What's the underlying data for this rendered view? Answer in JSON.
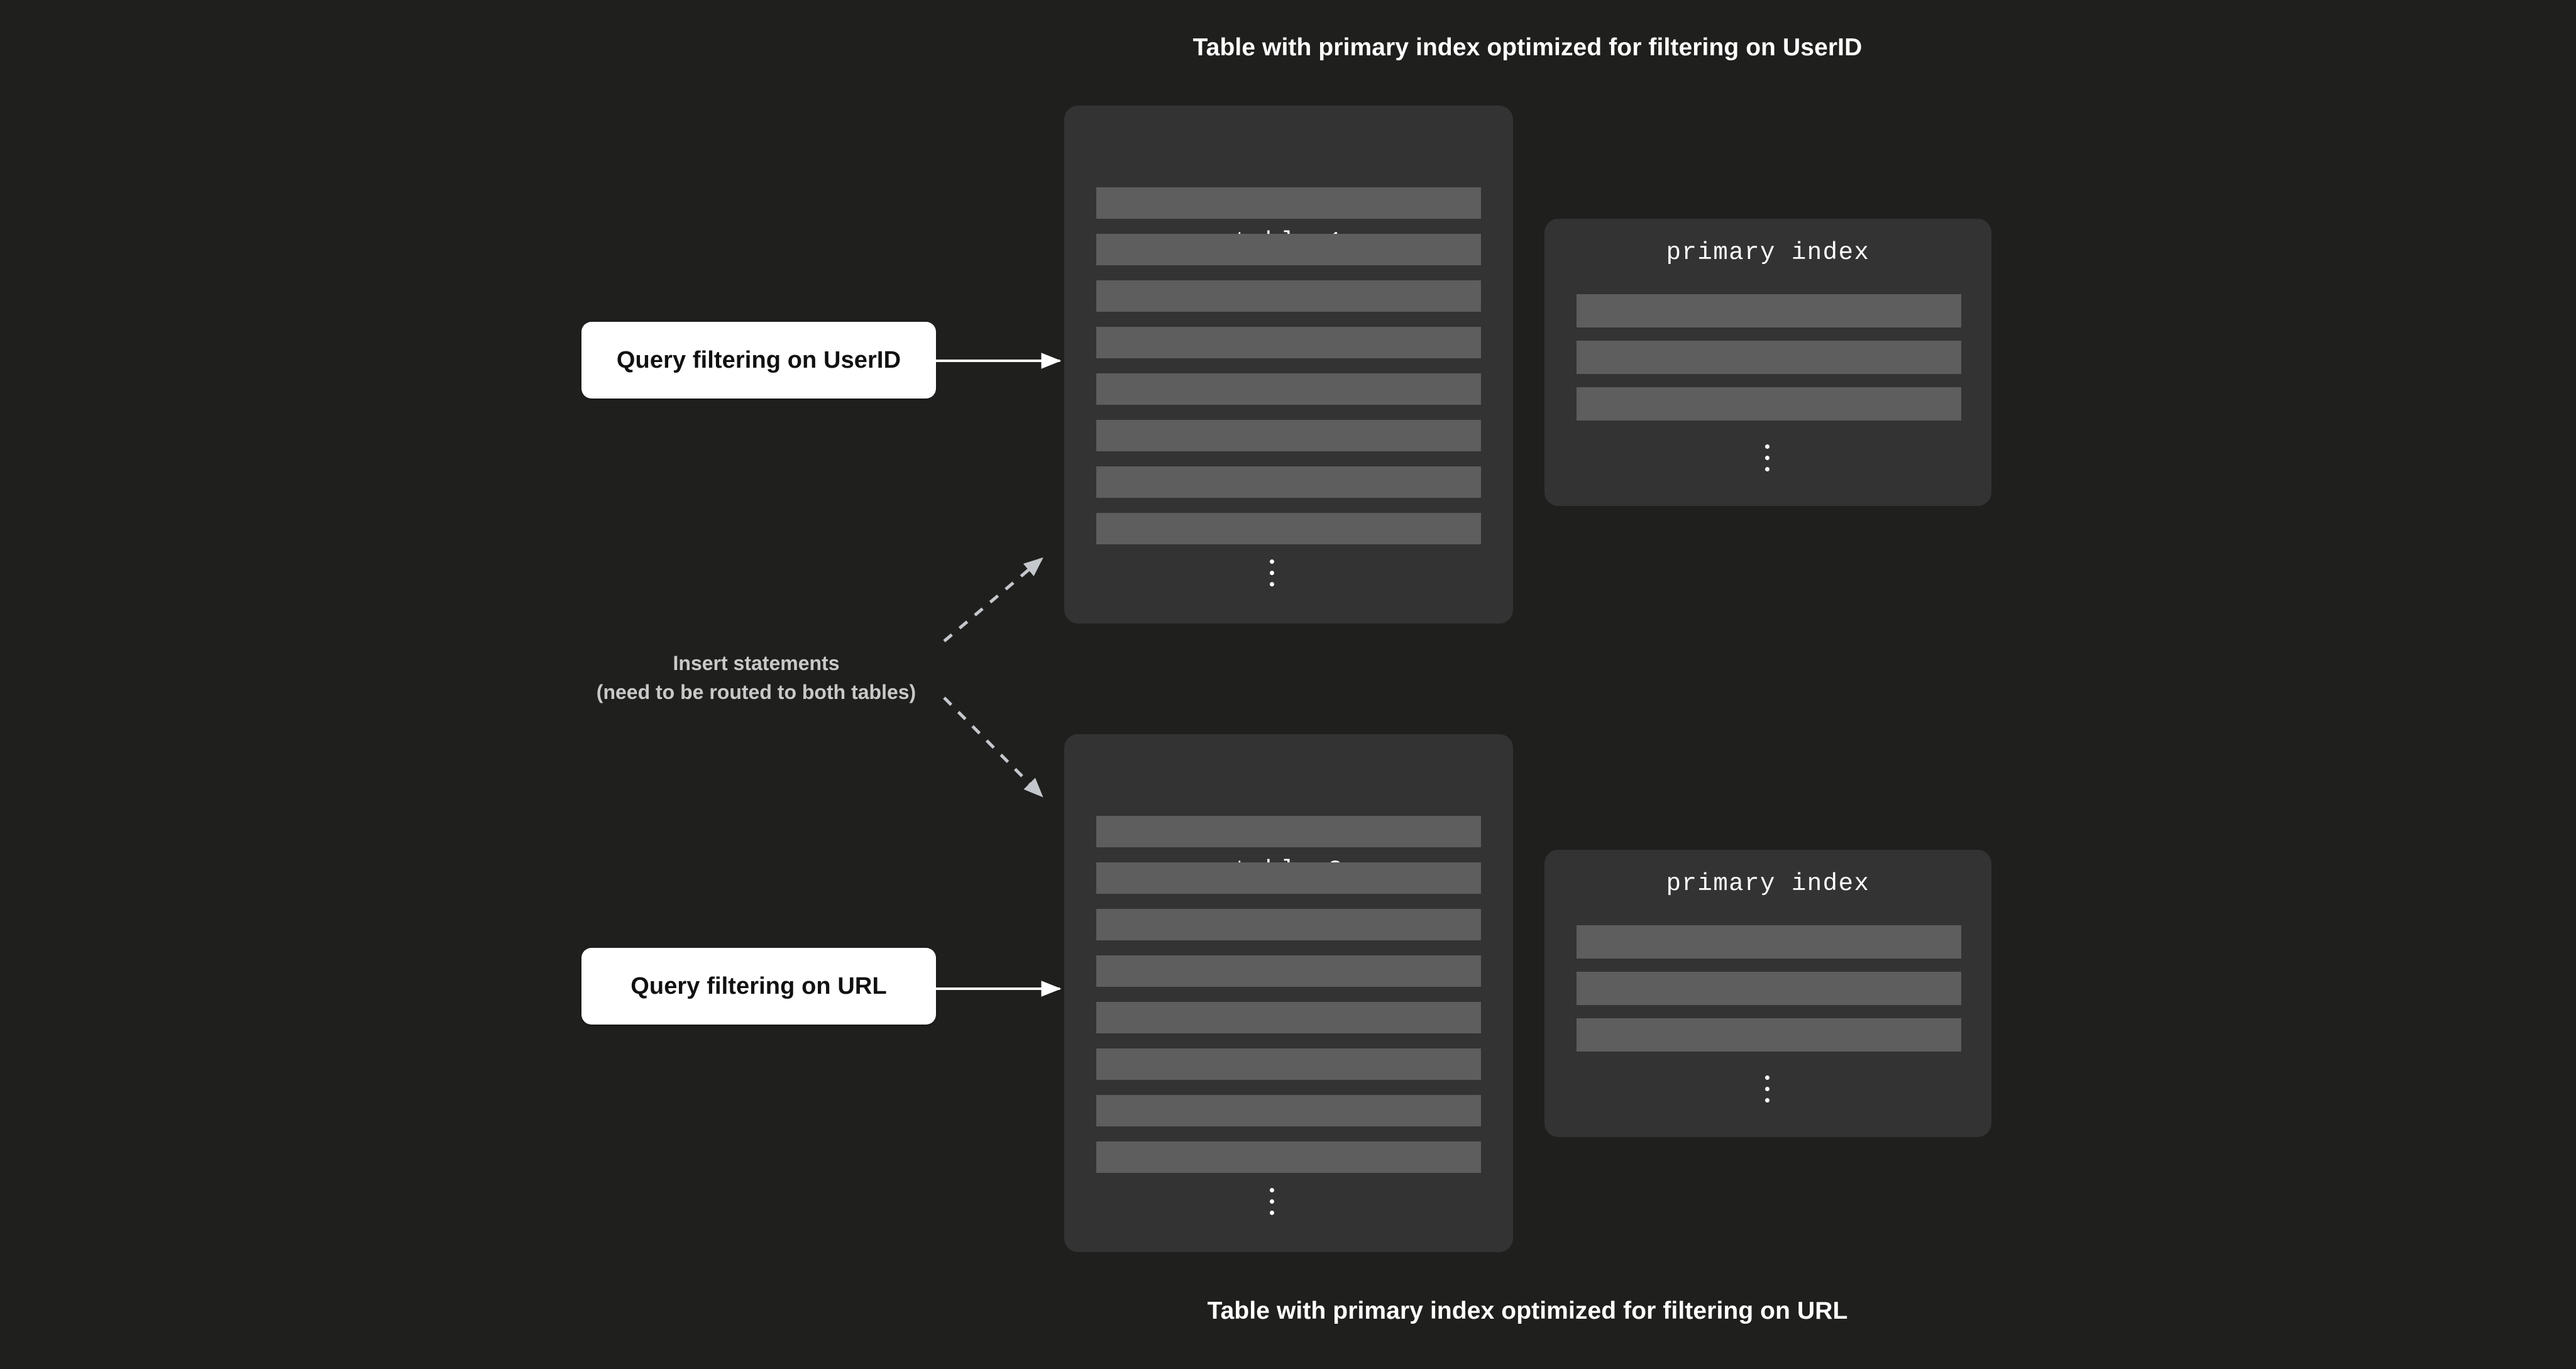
{
  "diagram": {
    "background_color": "#1f1f1d",
    "panel_color": "#333333",
    "row_color": "#5e5e5e",
    "accent_white": "#ffffff",
    "dashed_color": "#c9c9c9"
  },
  "captions": {
    "top": "Table with primary index optimized for filtering on UserID",
    "bottom": "Table with primary index optimized for filtering on URL"
  },
  "tables": [
    {
      "title": "table 1",
      "row_count": 8,
      "ellipsis": "⋮"
    },
    {
      "title": "table 2",
      "row_count": 8,
      "ellipsis": "⋮"
    }
  ],
  "indexes": [
    {
      "title": "primary index",
      "row_count": 3,
      "ellipsis": "⋮"
    },
    {
      "title": "primary index",
      "row_count": 3,
      "ellipsis": "⋮"
    }
  ],
  "queries": [
    {
      "label": "Query filtering on UserID",
      "target": "table 1"
    },
    {
      "label": "Query filtering on URL",
      "target": "table 2"
    }
  ],
  "insert_note": {
    "line1": "Insert statements",
    "line2": "(need to be routed to both tables)"
  },
  "arrows": {
    "query_arrow_style": "solid",
    "insert_arrow_style": "dashed",
    "insert_arrow_count": 2
  }
}
